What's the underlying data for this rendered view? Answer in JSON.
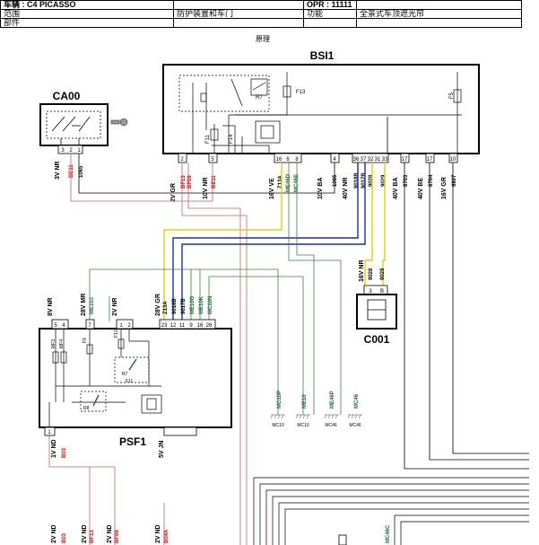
{
  "header": {
    "vehicle_label": "车辆",
    "vehicle_value": ": C4 PICASSO",
    "opr_label": "OPR : 11111",
    "scope_label": "范围",
    "scope_value": "防护装置和车门",
    "function_label": "功能",
    "function_value": "全景式车顶遮光帘",
    "parts_label": "部件",
    "principle": "原理"
  },
  "modules": {
    "bsi1": "BSI1",
    "ca00": "CA00",
    "psf1": "PSF1",
    "c001": "C001"
  },
  "inner_labels": {
    "r7_top": "R7",
    "f13_top": "F13",
    "f5": "F5",
    "f11_top": "F11",
    "f14": "F14",
    "mf3": "MF3",
    "mf4": "MF4",
    "f9": "F9",
    "f13_psf": "F13",
    "r7_psf": "R7",
    "f11_psf": "F11",
    "r8": "R8"
  },
  "connectors": {
    "ca00": "3V NR",
    "bsi_a": "2V GR",
    "bsi_b": "10V NR",
    "bsi_c": "16V VE",
    "bsi_d": "10V BA",
    "bsi_e": "40V NR",
    "bsi_f": "40V BA",
    "bsi_g": "40V BE",
    "bsi_h": "16V GR",
    "c001": "16V NR",
    "psf_a": "8V NR",
    "psf_b": "28V MR",
    "psf_c": "2V NR",
    "psf_d": "28V GR",
    "psf_bottom": "5V JN",
    "bottom_a": "1V ND",
    "bottom_b": "2V ND",
    "bottom_c": "2V ND",
    "bottom_d": "2V ND",
    "bottom_e": "2V ND"
  },
  "pins": {
    "ca00": [
      "3",
      "2",
      "1"
    ],
    "bsi_a": [
      "2"
    ],
    "bsi_b": [
      "5"
    ],
    "bsi_c": [
      "16",
      "6",
      "8"
    ],
    "bsi_d": [
      "4"
    ],
    "bsi_e": [
      "36",
      "37",
      "32",
      "31",
      "33"
    ],
    "bsi_f": [
      "17"
    ],
    "bsi_g": [
      "17"
    ],
    "bsi_h": [
      "10"
    ],
    "c001": [
      "3",
      "B"
    ],
    "psf_a": [
      "5",
      "4"
    ],
    "psf_b": [
      "7"
    ],
    "psf_c": [
      "1",
      "2"
    ],
    "psf_d": [
      "23",
      "12",
      "11",
      "9",
      "16",
      "26"
    ],
    "psf_bottom": [
      "1"
    ]
  },
  "wires": {
    "ca00": [
      "BE11",
      "1065"
    ],
    "bsi_top": [
      "BF13",
      "BF09"
    ],
    "bsi_be11": "BE11",
    "bsi_c": [
      "Z13A",
      "ME46D",
      "MC46E"
    ],
    "bsi_d": "1065",
    "bsi_e": [
      "9018B",
      "9017B",
      "9028",
      "9029"
    ],
    "bsi_f": "8703",
    "bsi_g": "8704",
    "bsi_h": "6807",
    "c001": [
      "9028",
      "9029"
    ],
    "psf_b": "ME10J",
    "psf_d": [
      "Z13A",
      "9018B",
      "9017B",
      "ME10G",
      "ME10K",
      "MC10N"
    ],
    "bottom_main": "B03",
    "bottom": [
      "B03",
      "BF13",
      "BF09",
      "B04A"
    ],
    "right": "MC46C"
  },
  "grounds": [
    {
      "wire": "MC10P",
      "ref": "MC10"
    },
    {
      "wire": "ME10",
      "ref": "MC10"
    },
    {
      "wire": "ME46P",
      "ref": "MC46"
    },
    {
      "wire": "MC46",
      "ref": "MC46"
    }
  ]
}
